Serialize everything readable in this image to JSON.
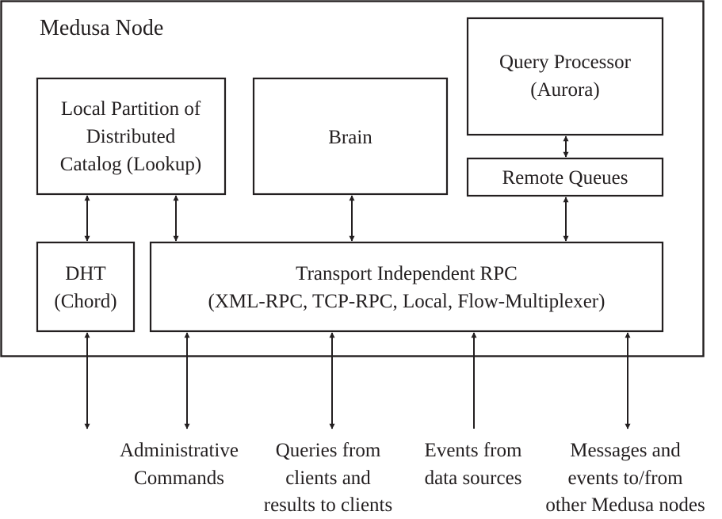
{
  "title": "Medusa Node",
  "components": {
    "catalog": {
      "lines": [
        "Local Partition of",
        "Distributed",
        "Catalog (Lookup)"
      ]
    },
    "brain": {
      "lines": [
        "Brain"
      ]
    },
    "query_processor": {
      "lines": [
        "Query Processor",
        "(Aurora)"
      ]
    },
    "remote_queues": {
      "lines": [
        "Remote Queues"
      ]
    },
    "dht": {
      "lines": [
        "DHT",
        "(Chord)"
      ]
    },
    "rpc": {
      "lines": [
        "Transport Independent RPC",
        "(XML-RPC, TCP-RPC, Local, Flow-Multiplexer)"
      ]
    }
  },
  "connections": [
    {
      "from": "catalog",
      "to": "dht",
      "direction": "bidirectional"
    },
    {
      "from": "catalog",
      "to": "rpc",
      "direction": "bidirectional"
    },
    {
      "from": "brain",
      "to": "rpc",
      "direction": "bidirectional"
    },
    {
      "from": "query_processor",
      "to": "remote_queues",
      "direction": "bidirectional"
    },
    {
      "from": "remote_queues",
      "to": "rpc",
      "direction": "bidirectional"
    },
    {
      "from": "dht",
      "to": "external",
      "direction": "bidirectional"
    },
    {
      "from": "rpc",
      "to": "administrative_commands",
      "direction": "bidirectional"
    },
    {
      "from": "rpc",
      "to": "queries_clients",
      "direction": "bidirectional"
    },
    {
      "from": "data_sources",
      "to": "rpc",
      "direction": "inbound"
    },
    {
      "from": "rpc",
      "to": "other_nodes",
      "direction": "bidirectional"
    }
  ],
  "external": {
    "administrative_commands": {
      "lines": [
        "Administrative",
        "Commands"
      ]
    },
    "queries_clients": {
      "lines": [
        "Queries from",
        "clients and",
        "results to clients"
      ]
    },
    "data_sources": {
      "lines": [
        "Events from",
        "data sources"
      ]
    },
    "other_nodes": {
      "lines": [
        "Messages and",
        "events to/from",
        "other Medusa nodes"
      ]
    }
  }
}
